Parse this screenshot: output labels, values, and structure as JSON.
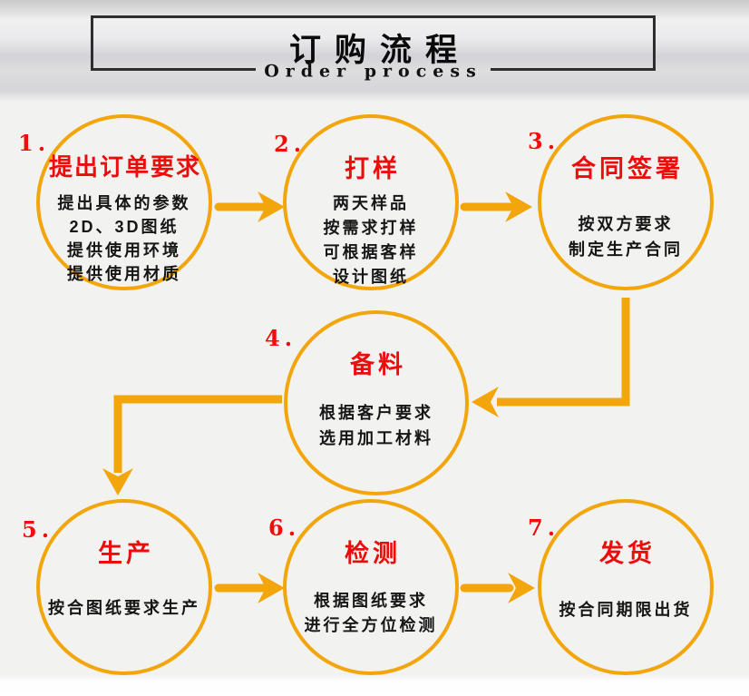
{
  "header": {
    "title": "订购流程",
    "subtitle": "Order process"
  },
  "colors": {
    "accent": "#F3A60B",
    "title_red": "#EA0D0B",
    "number_red": "#F20D0D",
    "text": "#161616",
    "box_border": "#2E2E2E"
  },
  "steps": [
    {
      "number": "1.",
      "title": "提出订单要求",
      "lines": [
        "提出具体的参数",
        "2D、3D图纸",
        "提供使用环境",
        "提供使用材质"
      ]
    },
    {
      "number": "2.",
      "title": "打样",
      "lines": [
        "两天样品",
        "按需求打样",
        "可根据客样",
        "设计图纸"
      ]
    },
    {
      "number": "3.",
      "title": "合同签署",
      "lines": [
        "按双方要求",
        "制定生产合同"
      ]
    },
    {
      "number": "4.",
      "title": "备料",
      "lines": [
        "根据客户要求",
        "选用加工材料"
      ]
    },
    {
      "number": "5.",
      "title": "生产",
      "lines": [
        "按合图纸要求生产"
      ]
    },
    {
      "number": "6.",
      "title": "检测",
      "lines": [
        "根据图纸要求",
        "进行全方位检测"
      ]
    },
    {
      "number": "7.",
      "title": "发货",
      "lines": [
        "按合同期限出货"
      ]
    }
  ]
}
